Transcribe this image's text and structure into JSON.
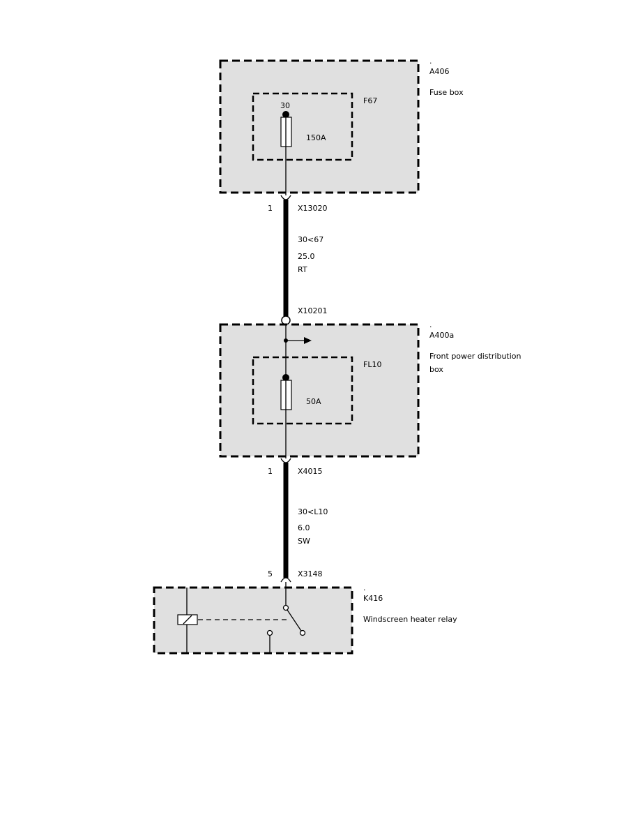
{
  "components": {
    "fuse_box": {
      "dot": ".",
      "id": "A406",
      "name": "Fuse box",
      "fuse": {
        "id": "F67",
        "terminal": "30",
        "rating": "150A"
      }
    },
    "front_power_distribution_box": {
      "dot": ".",
      "id": "A400a",
      "name_line1": "Front power distribution",
      "name_line2": "box",
      "fuse": {
        "id": "FL10",
        "rating": "50A"
      }
    },
    "windscreen_heater_relay": {
      "dot": ".",
      "id": "K416",
      "name": "Windscreen heater relay"
    }
  },
  "connectors": {
    "x13020": {
      "pin": "1",
      "id": "X13020"
    },
    "x10201": {
      "id": "X10201"
    },
    "x4015": {
      "pin": "1",
      "id": "X4015"
    },
    "x3148": {
      "pin": "5",
      "id": "X3148"
    }
  },
  "wires": {
    "upper": {
      "circuit": "30<67",
      "size": "25.0",
      "color": "RT"
    },
    "lower": {
      "circuit": "30<L10",
      "size": "6.0",
      "color": "SW"
    }
  }
}
